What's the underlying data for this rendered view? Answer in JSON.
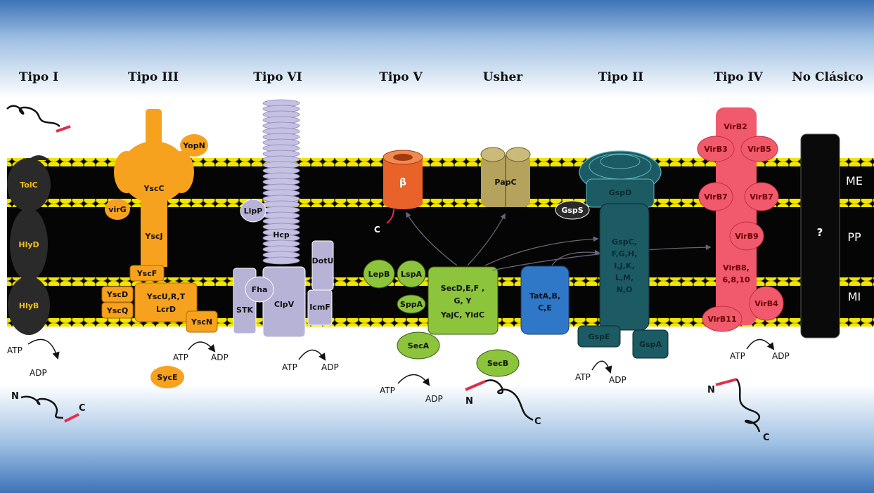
{
  "titles": {
    "tipo1": "Tipo I",
    "tipo3": "Tipo III",
    "tipo6": "Tipo VI",
    "tipo5": "Tipo V",
    "usher": "Usher",
    "tipo2": "Tipo II",
    "tipo4": "Tipo IV",
    "noclasico": "No Clásico"
  },
  "membranes": {
    "me": "ME",
    "pp": "PP",
    "mi": "MI"
  },
  "t1": {
    "tolc": "TolC",
    "hlyd": "HlyD",
    "hlyb": "HlyB",
    "atp": "ATP",
    "adp": "ADP",
    "n": "N",
    "c": "C"
  },
  "t3": {
    "yopn": "YopN",
    "yscc": "YscC",
    "virg": "virG",
    "yscj": "YscJ",
    "yscf": "YscF",
    "yscd": "YscD",
    "yscq": "YscQ",
    "yscu": "YscU,R,T",
    "lcrd": "LcrD",
    "yscn": "YscN",
    "atp": "ATP",
    "adp": "ADP",
    "syce": "SycE"
  },
  "t6": {
    "lipp": "LipP",
    "hcp": "Hcp",
    "dotu": "DotU",
    "fha": "Fha",
    "stk": "STK",
    "clpv": "ClpV",
    "icmf": "IcmF",
    "atp": "ATP",
    "adp": "ADP"
  },
  "t5": {
    "beta": "β",
    "c": "C",
    "lepb": "LepB",
    "lspa": "LspA",
    "sppa": "SppA",
    "sec1": "SecD,E,F ,",
    "sec2": "G, Y",
    "sec3": "YajC, YidC",
    "seca": "SecA",
    "atp": "ATP",
    "adp": "ADP"
  },
  "usher": {
    "papc": "PapC",
    "secb": "SecB",
    "n": "N",
    "c": "C"
  },
  "t2": {
    "gspd": "GspD",
    "gsps": "GspS",
    "gspc1": "GspC,",
    "gspc2": "F,G,H,",
    "gspc3": "I,J,K,",
    "gspc4": "L,M,",
    "gspc5": "N,O",
    "tat1": "TatA,B,",
    "tat2": "C,E",
    "gspe": "GspE",
    "gspa": "GspA",
    "atp": "ATP",
    "adp": "ADP"
  },
  "t4": {
    "virb2": "VirB2",
    "virb3": "VirB3",
    "virb5": "VirB5",
    "virb7a": "VirB7",
    "virb7b": "VirB7",
    "virb9": "VirB9",
    "virb8a": "VirB8,",
    "virb8b": "6,8,10",
    "virb4": "VirB4",
    "virb11": "VirB11",
    "atp": "ATP",
    "adp": "ADP",
    "n": "N",
    "c": "C"
  },
  "noclasico": {
    "q": "?"
  },
  "colors": {
    "membrane": "#050505",
    "lipid": "#f2e600",
    "t3": "#f7a21e",
    "t6": "#b7b3d6",
    "t5": "#e8622a",
    "sec": "#8cc43c",
    "usher": "#b5a25c",
    "t2": "#1c5b63",
    "tat": "#2f78c8",
    "t4": "#f05a6c",
    "t1": "#2a2a2a"
  }
}
